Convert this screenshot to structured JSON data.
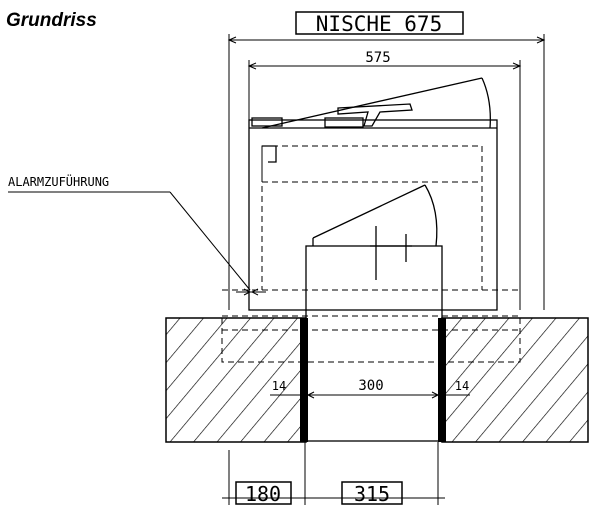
{
  "title": "Grundriss",
  "niche_label": "NISCHE 675",
  "dimensions": {
    "inner_width": "575",
    "opening_width": "300",
    "left_gap": "14",
    "right_gap": "14",
    "wall_width": "180",
    "total_opening": "315"
  },
  "callout": "ALARMZUFÜHRUNG"
}
